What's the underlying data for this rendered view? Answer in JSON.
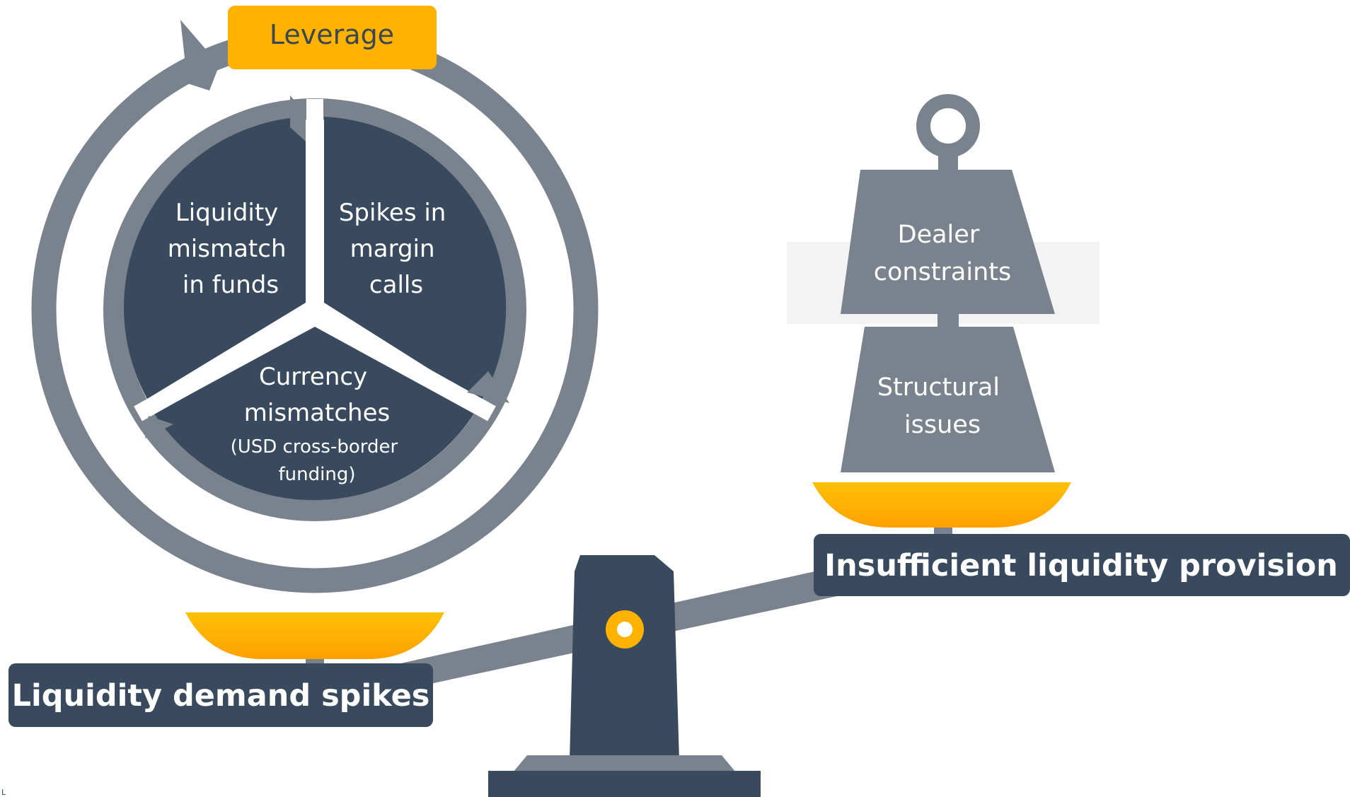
{
  "colors": {
    "slate_dark": "#394a5e",
    "slate_mid": "#7a838d",
    "slate_light": "#8d96a0",
    "gold": "#ffb300",
    "gold_light": "#ffc72c",
    "panel_bg": "#f3f3f3",
    "text_on_dark": "#ffffff",
    "text_on_gold": "#3a4654"
  },
  "cycle": {
    "leverage_label": "Leverage",
    "segments": {
      "funds": [
        "Liquidity",
        "mismatch",
        "in funds"
      ],
      "margin": [
        "Spikes in",
        "margin",
        "calls"
      ],
      "currency": [
        "Currency",
        "mismatches"
      ],
      "currency_note": [
        "(USD cross-border",
        "funding)"
      ]
    }
  },
  "weights": {
    "dealer": [
      "Dealer",
      "constraints"
    ],
    "structural": [
      "Structural",
      "issues"
    ]
  },
  "scale": {
    "left_label": "Liquidity demand spikes",
    "right_label": "Insufficient liquidity provision",
    "corner_mark": "L"
  }
}
